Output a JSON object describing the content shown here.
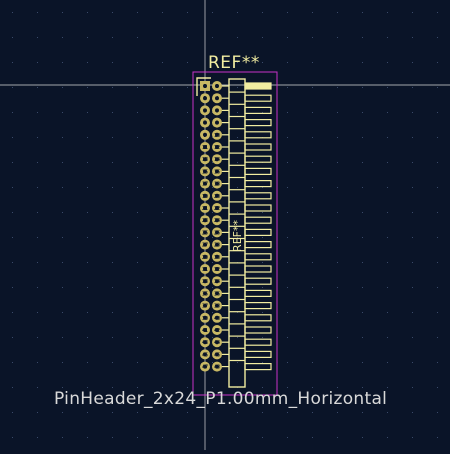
{
  "footprint": {
    "reference": "REF**",
    "value": "PinHeader_2x24_P1.00mm_Horizontal",
    "fab_reference": "REF**",
    "pins_per_row": 24,
    "rows": 2
  },
  "colors": {
    "background": "#0a1428",
    "grid_dot": "#3a4a6a",
    "crosshair": "#d8d8d8",
    "silkscreen": "#f2eda1",
    "courtyard": "#c832c8",
    "value_text": "#d9d9d9",
    "pad": "#c8b864",
    "pad_hole": "#0a1428",
    "pad_number": "#0a1428"
  },
  "icons": {
    "cursor": "crosshair-cursor-icon"
  }
}
